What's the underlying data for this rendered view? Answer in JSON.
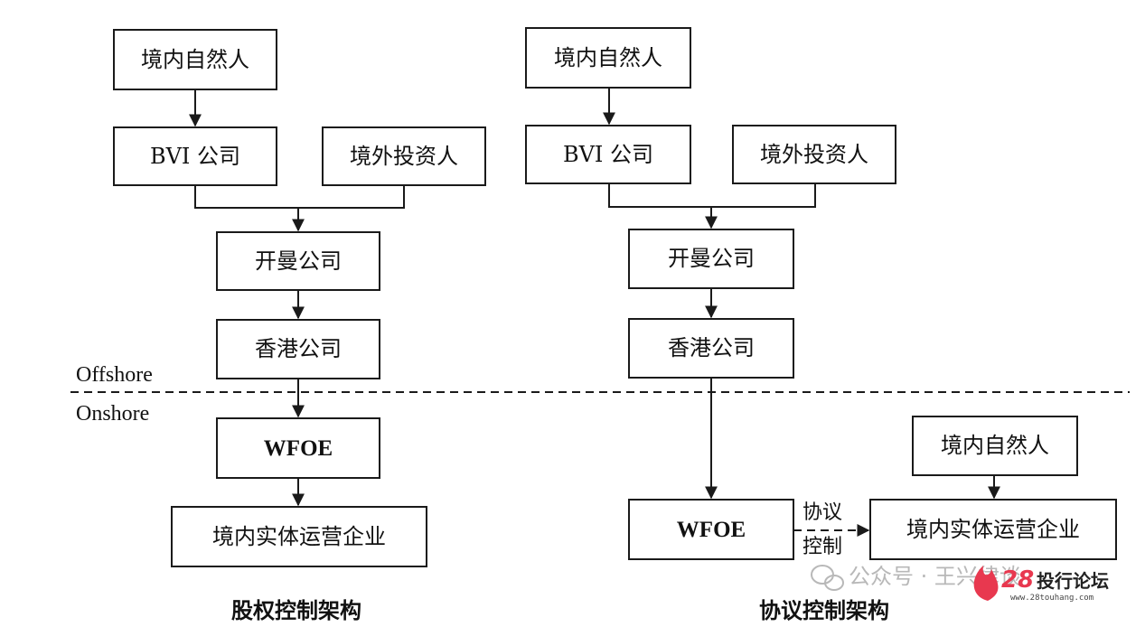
{
  "left": {
    "top_person": "境内自然人",
    "bvi": "BVI 公司",
    "foreign_investor": "境外投资人",
    "cayman": "开曼公司",
    "hk": "香港公司",
    "wfoe": "WFOE",
    "operating": "境内实体运营企业",
    "caption": "股权控制架构"
  },
  "right": {
    "top_person": "境内自然人",
    "bvi": "BVI 公司",
    "foreign_investor": "境外投资人",
    "cayman": "开曼公司",
    "hk": "香港公司",
    "wfoe": "WFOE",
    "domestic_person": "境内自然人",
    "operating": "境内实体运营企业",
    "agreement_line1": "协议",
    "agreement_line2": "控制",
    "caption": "协议控制架构"
  },
  "offshore_label": "Offshore",
  "onshore_label": "Onshore",
  "watermark": {
    "text": "公众号 · 王兴律谈",
    "logo_number": "28",
    "logo_text": "投行论坛",
    "logo_url": "www.28touhang.com"
  }
}
